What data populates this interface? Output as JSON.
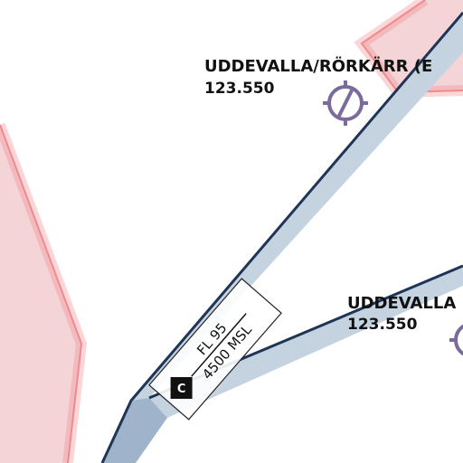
{
  "map": {
    "colors": {
      "restricted_fill": "#f4d4d6",
      "restricted_edge": "#f08a8e",
      "corridor_fill": "#c5d3e0",
      "corridor_dark_fill": "#9fb4cb",
      "corridor_edge": "#1f3556",
      "station_symbol": "#7b6a9c"
    },
    "airfields": [
      {
        "name": "UDDEVALLA/RÖRKÄRR (E",
        "frequency": "123.550",
        "icon": "airfield-icon"
      },
      {
        "name": "UDDEVALLA",
        "frequency": "123.550",
        "icon": "airfield-icon"
      }
    ],
    "airspace_tag": {
      "class_letter": "C",
      "upper_limit": "FL 95",
      "lower_limit": "4500 MSL"
    }
  }
}
